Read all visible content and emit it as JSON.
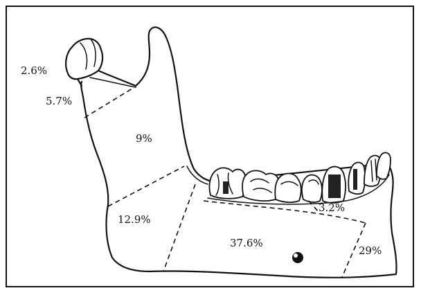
{
  "regions": {
    "condyle": "2.6%",
    "subcondylar": "5.7%",
    "ramus": "9%",
    "angle": "12.9%",
    "alveolar": "3.2%",
    "body": "37.6%",
    "symphysis": "29%"
  },
  "colors": {
    "line": "#111111",
    "background": "#ffffff"
  }
}
